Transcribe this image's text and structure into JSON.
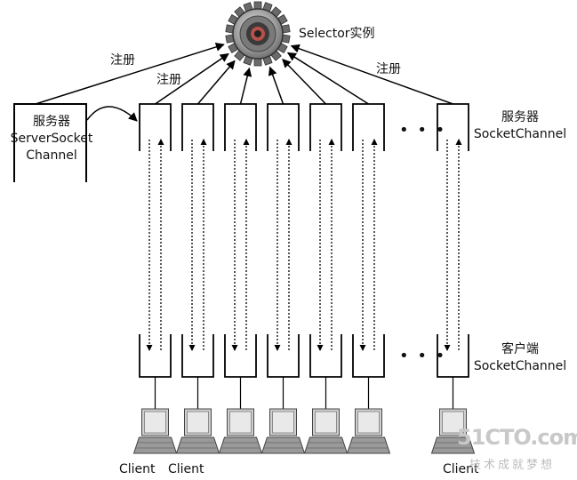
{
  "selector": {
    "label": "Selector实例",
    "icon": "gear-icon"
  },
  "register_label": "注册",
  "server_socket_channel": {
    "line1": "服务器",
    "line2": "ServerSocket",
    "line3": "Channel"
  },
  "server_side_channels": {
    "line1": "服务器",
    "line2": "SocketChannel"
  },
  "client_side_channels": {
    "line1": "客户端",
    "line2": "SocketChannel"
  },
  "ellipsis": "• • •",
  "client_label": "Client",
  "watermark": {
    "brand": "51CTO.com",
    "tagline": "技术成就梦想"
  }
}
